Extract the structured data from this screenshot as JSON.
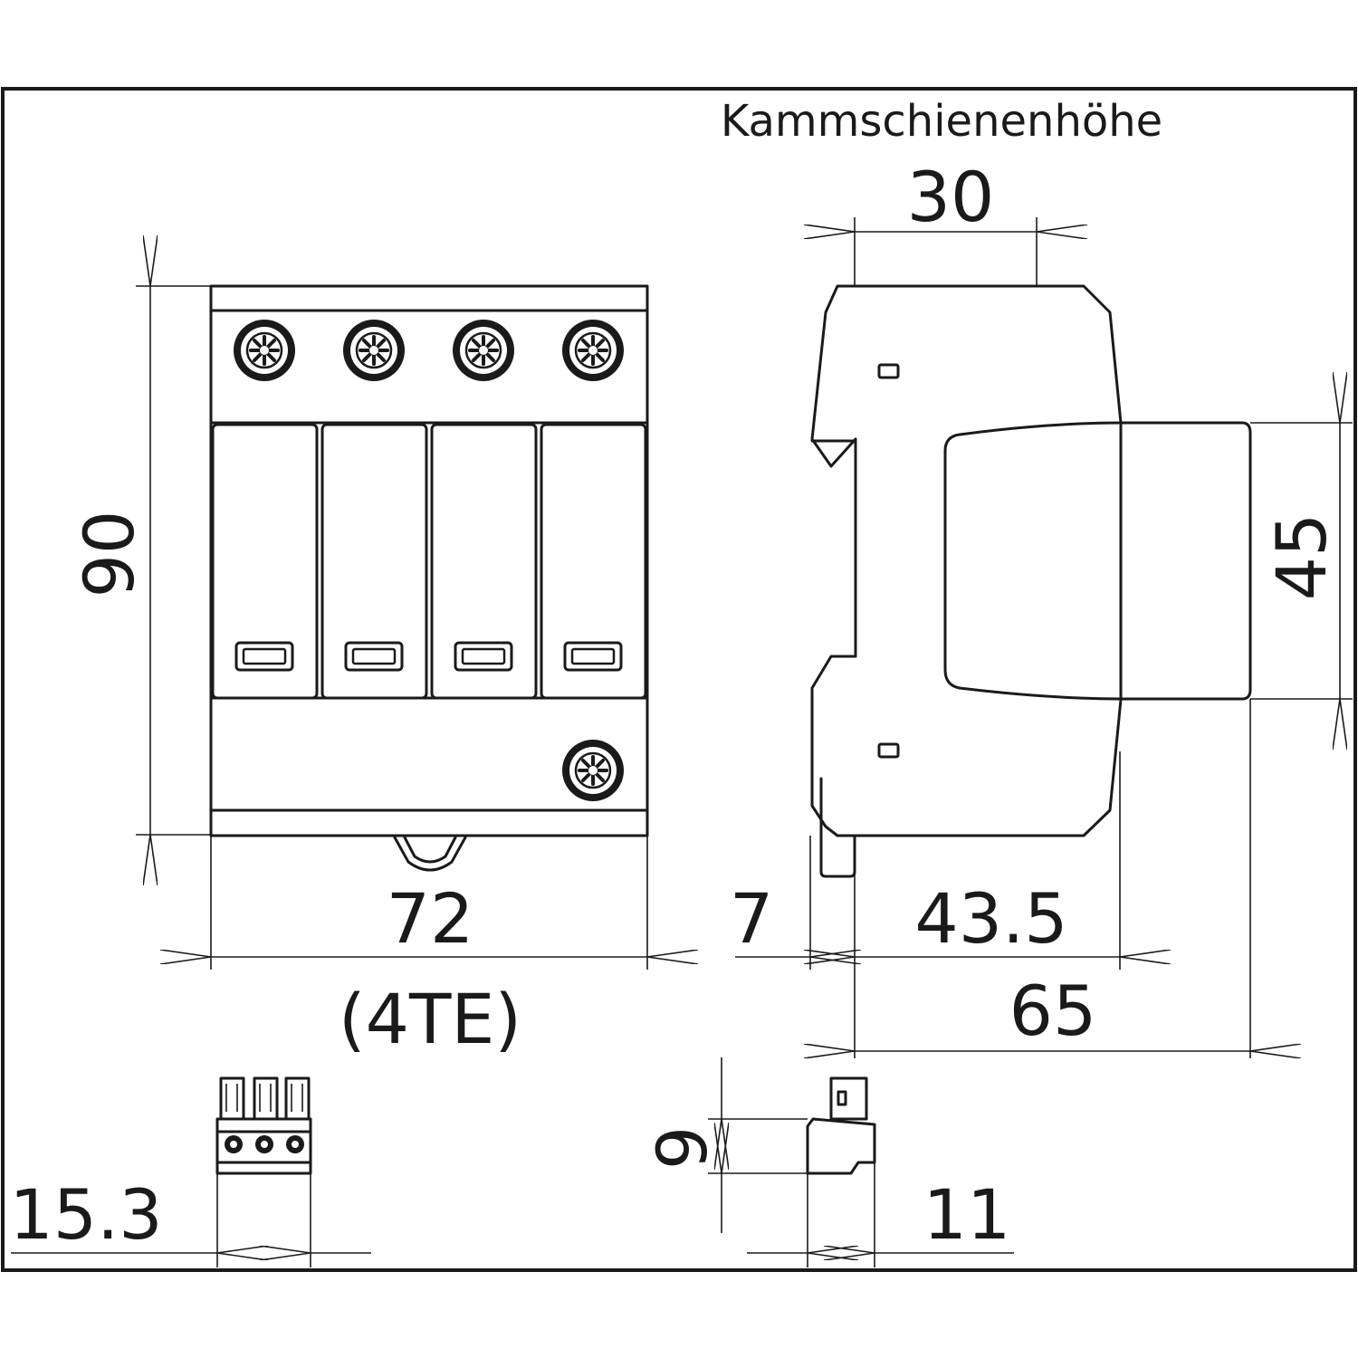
{
  "caption_rail": "Kammschienenhöhe",
  "dims": {
    "rail_height": "30",
    "height_total": "90",
    "width_total": "72",
    "width_units": "(4TE)",
    "front_height": "45",
    "rail_offset": "7",
    "depth_body": "43.5",
    "depth_total": "65",
    "connector_width": "15.3",
    "plug_height": "9",
    "plug_depth": "11"
  },
  "front_view": {
    "terminals_top": 4,
    "modules": 4,
    "terminals_bottom": 1
  }
}
